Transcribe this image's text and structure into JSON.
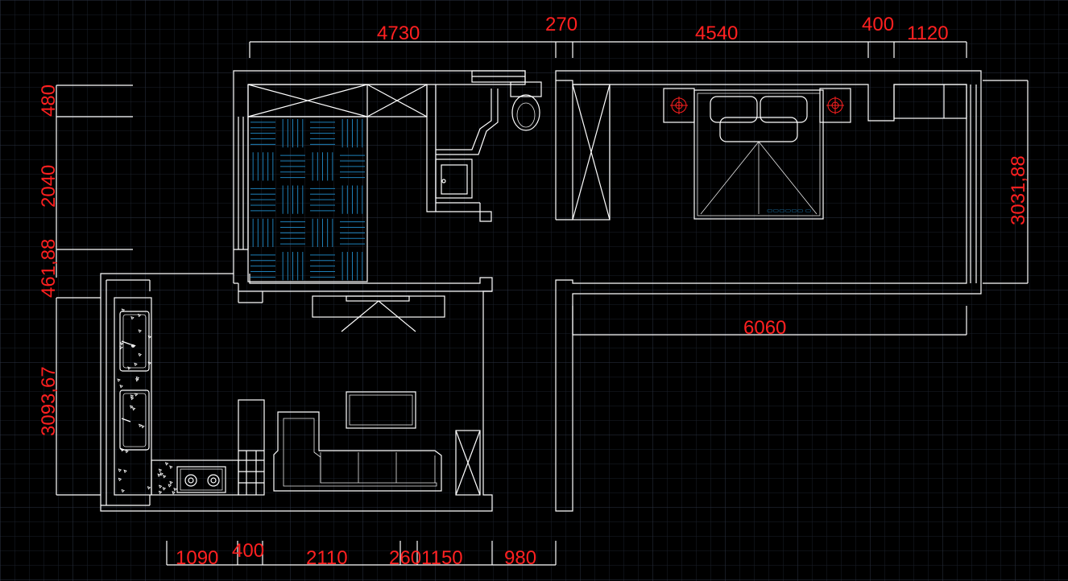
{
  "dimensions": {
    "top": [
      "4730",
      "270",
      "4540",
      "400",
      "1120"
    ],
    "left": [
      "480",
      "2040",
      "461,88",
      "3093,67"
    ],
    "right": "3031,88",
    "bedroom_width": "6060",
    "bottom": [
      "1090",
      "400",
      "2110",
      "2601150",
      "980"
    ]
  },
  "colors": {
    "background": "#000000",
    "grid": "#262c3a",
    "dimension_text": "#ff2020",
    "wall_lines": "#ffffff",
    "floor_pattern": "#1e7fb8"
  },
  "icons": [
    "wardrobe-icon",
    "parquet-floor-icon",
    "toilet-icon",
    "washbasin-icon",
    "bed-icon",
    "nightstand-lamp-icon",
    "tv-cabinet-icon",
    "sofa-icon",
    "coffee-table-icon",
    "kitchen-sink-icon",
    "gas-stove-icon"
  ]
}
